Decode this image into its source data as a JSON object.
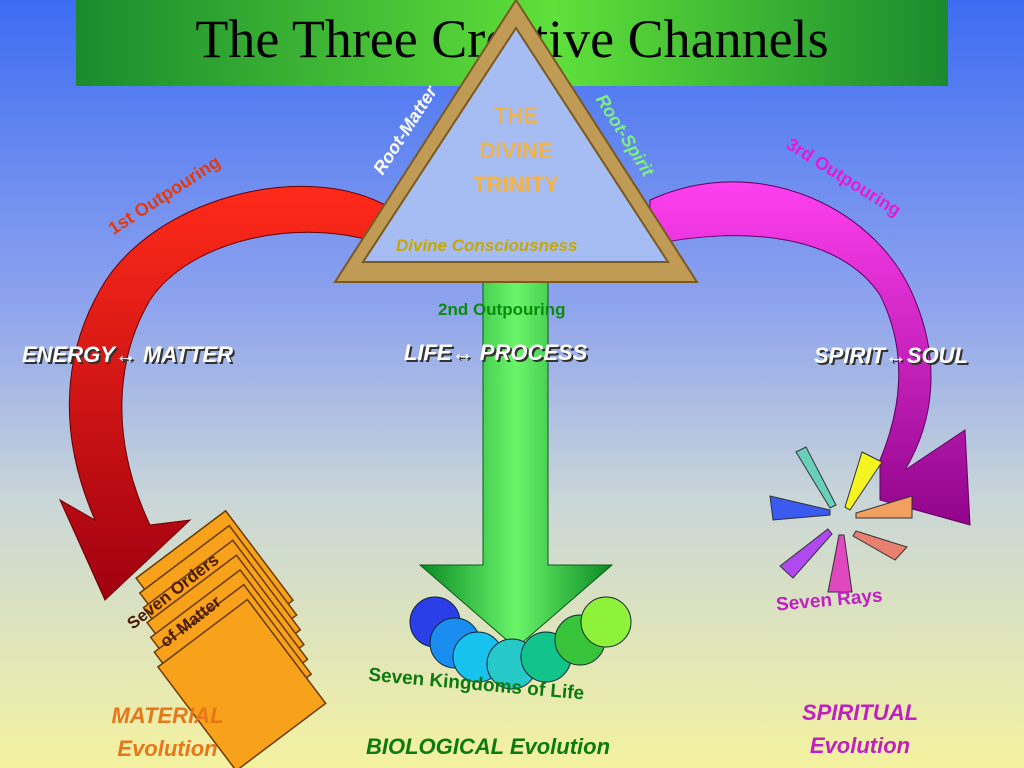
{
  "title": "The Three Creative Channels",
  "trinity": {
    "title_lines": [
      "THE",
      "DIVINE",
      "TRINITY"
    ],
    "left_side": "Root-Matter",
    "right_side": "Root-Spirit",
    "base": "Divine Consciousness"
  },
  "outpourings": {
    "first": "1st Outpouring",
    "second": "2nd Outpouring",
    "third": "3rd Outpouring"
  },
  "channels": {
    "left": "ENERGY↔ MATTER",
    "center": "LIFE↔ PROCESS",
    "right": "SPIRIT↔SOUL"
  },
  "groups": {
    "matter_lines": [
      "Seven Orders",
      "of Matter"
    ],
    "kingdoms": "Seven Kingdoms of Life",
    "rays": "Seven Rays"
  },
  "evolutions": {
    "material": [
      "MATERIAL",
      "Evolution"
    ],
    "biological": "BIOLOGICAL Evolution",
    "spiritual": [
      "SPIRITUAL",
      "Evolution"
    ]
  },
  "colors": {
    "left_arrow": "#e01010",
    "center_arrow": "#1fbf3a",
    "right_arrow": "#e21ad8",
    "triangle": "#c8a45a",
    "cards": "#f7a21a"
  }
}
